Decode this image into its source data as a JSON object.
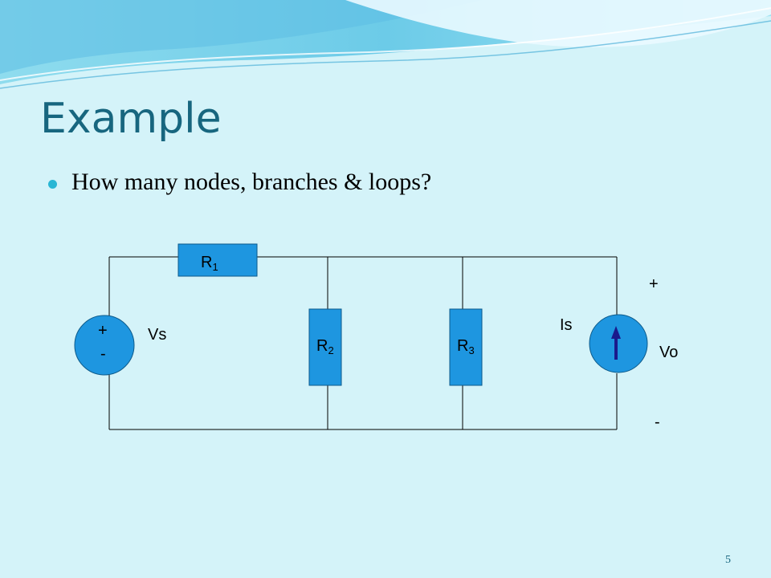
{
  "slide": {
    "title": "Example",
    "bullet": "How many nodes, branches & loops?",
    "page_number": "5"
  },
  "diagram": {
    "resistors": [
      {
        "main": "R",
        "sub": "1"
      },
      {
        "main": "R",
        "sub": "2"
      },
      {
        "main": "R",
        "sub": "3"
      }
    ],
    "voltage_source": {
      "label": "Vs",
      "plus": "+",
      "minus": "-"
    },
    "current_source": {
      "label": "Is"
    },
    "output": {
      "label": "Vo",
      "plus": "+",
      "minus": "-"
    }
  },
  "colors": {
    "background": "#d4f3f9",
    "title": "#17667f",
    "bullet": "#29b6d4",
    "component_fill": "#1e96e0",
    "arrow": "#1a1a8c"
  }
}
